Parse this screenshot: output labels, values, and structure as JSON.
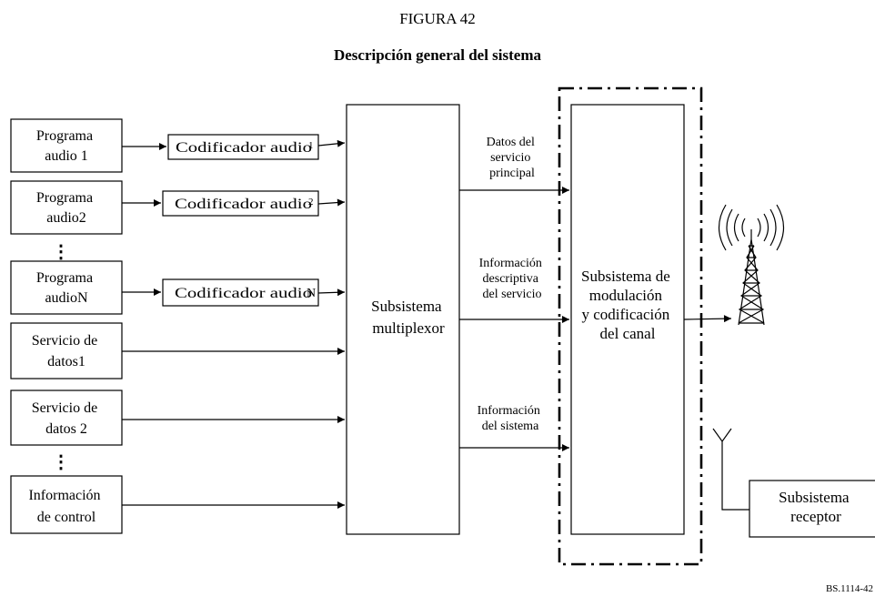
{
  "figure": {
    "number": "FIGURA 42",
    "title": "Descripción general del sistema",
    "reference": "BS.1114-42"
  },
  "inputs": [
    {
      "lines": [
        "Programa",
        "audio 1"
      ]
    },
    {
      "lines": [
        "Programa",
        "audio2"
      ]
    },
    {
      "lines": [
        "Programa",
        "audioN"
      ]
    },
    {
      "lines": [
        "Servicio de",
        "datos1"
      ]
    },
    {
      "lines": [
        "Servicio de",
        "datos 2"
      ]
    },
    {
      "lines": [
        "Información",
        "de control"
      ]
    }
  ],
  "encoders": [
    {
      "label": "Codificador audio",
      "suffix": "1"
    },
    {
      "label": "Codificador audio",
      "suffix": "2"
    },
    {
      "label": "Codificador audio",
      "suffix": "N"
    }
  ],
  "multiplexer": {
    "lines": [
      "Subsistema",
      "multiplexor"
    ]
  },
  "channel": {
    "lines": [
      "Subsistema de",
      "modulación",
      "y codificación",
      "del canal"
    ]
  },
  "receiver": {
    "lines": [
      "Subsistema",
      "receptor"
    ]
  },
  "flows": [
    {
      "lines": [
        "Datos del",
        "servicio",
        "principal"
      ]
    },
    {
      "lines": [
        "Información",
        "descriptiva",
        "del servicio"
      ]
    },
    {
      "lines": [
        "Información",
        "del sistema"
      ]
    }
  ],
  "ellipsis": "⋮"
}
